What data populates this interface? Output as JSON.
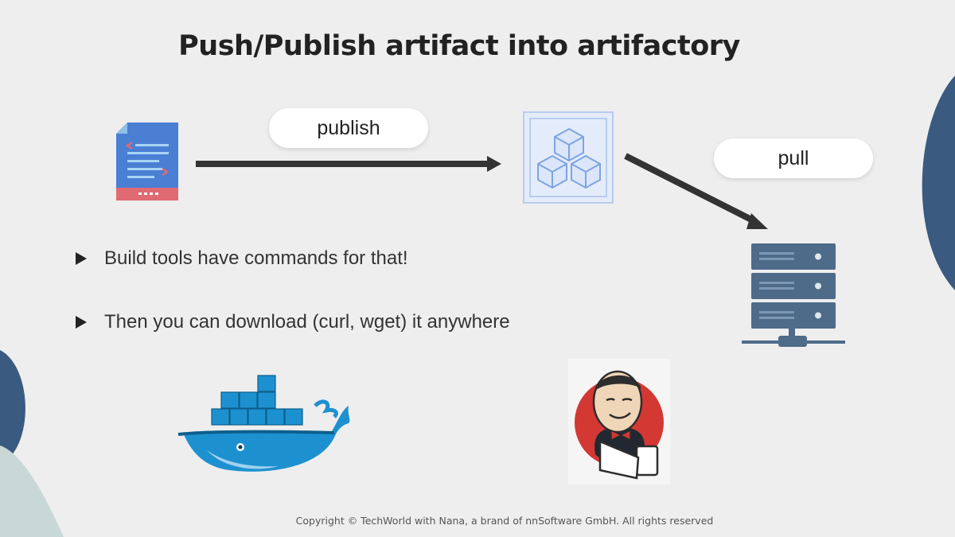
{
  "slide": {
    "title": "Push/Publish artifact into artifactory",
    "labels": {
      "publish": "publish",
      "pull": "pull"
    },
    "bullets": [
      "Build tools have commands for that!",
      "Then you can download (curl, wget) it anywhere"
    ],
    "footer": "Copyright © TechWorld with Nana, a brand of nnSoftware GmbH. All rights reserved"
  },
  "icons": {
    "artifact": "code-file-icon",
    "repository": "artifact-repository-icon",
    "server": "server-icon",
    "docker": "docker-whale-icon",
    "jenkins": "jenkins-butler-icon"
  },
  "colors": {
    "background": "#eeeeee",
    "arrow": "#333333",
    "file_blue": "#4a7fd4",
    "file_red": "#e06a72",
    "repo_blue": "#a8c4f0",
    "server": "#4e6b8a",
    "docker_blue": "#1d91d0",
    "jenkins_red": "#d33833",
    "deco_navy": "#3a5a80"
  }
}
